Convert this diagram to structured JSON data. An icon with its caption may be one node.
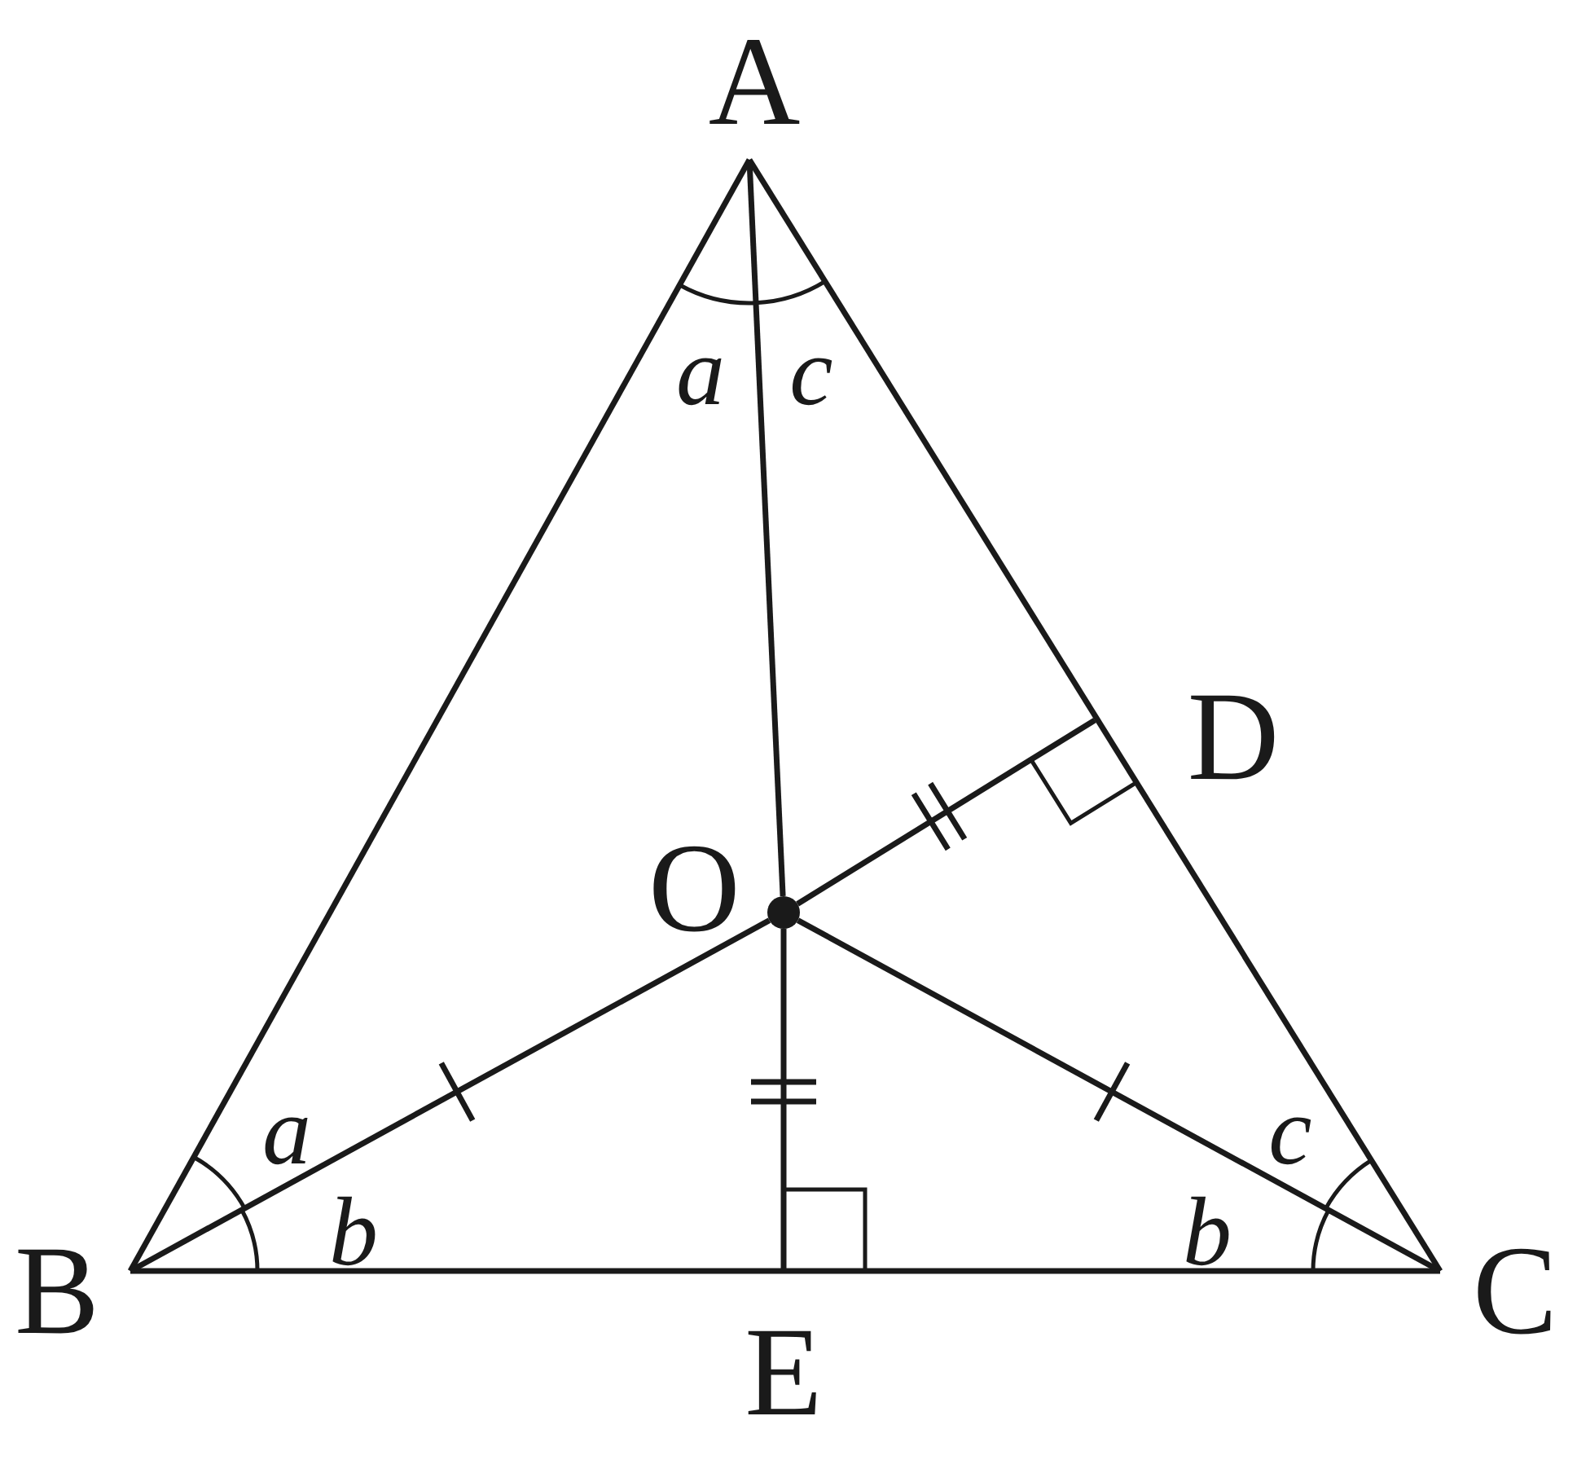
{
  "diagram": {
    "nodes": [
      {
        "text": [
          "A"
        ]
      },
      {
        "text": [
          "O"
        ]
      },
      {
        "text": [
          "D"
        ]
      },
      {
        "text": [
          "B"
        ]
      },
      {
        "text": [
          "E"
        ]
      },
      {
        "text": [
          "C"
        ]
      }
    ],
    "edges": [
      {
        "from": 0,
        "to": 3,
        "arrow": "none"
      },
      {
        "from": 0,
        "to": 5,
        "arrow": "none"
      },
      {
        "from": 3,
        "to": 5,
        "arrow": "none"
      },
      {
        "from": 0,
        "to": 1,
        "arrow": "none"
      },
      {
        "from": 3,
        "to": 1,
        "arrow": "none"
      },
      {
        "from": 5,
        "to": 1,
        "arrow": "none"
      },
      {
        "from": 1,
        "to": 2,
        "arrow": "none"
      },
      {
        "from": 1,
        "to": 4,
        "arrow": "none"
      }
    ],
    "labels": [
      "a",
      "c",
      "a",
      "c",
      "b",
      "b"
    ]
  }
}
